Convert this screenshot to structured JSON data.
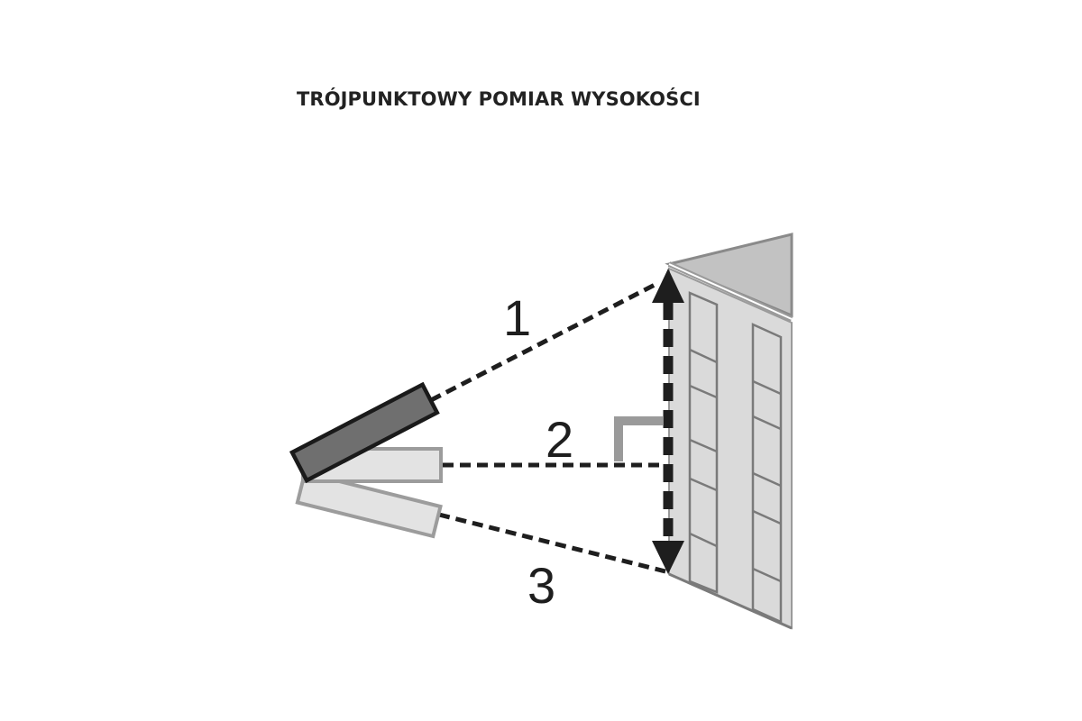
{
  "title": "TRÓJPUNKTOWY POMIAR WYSOKOŚCI",
  "labels": {
    "line1": "1",
    "line2": "2",
    "line3": "3"
  },
  "colors": {
    "text": "#222222",
    "device_active": "#6f6f6f",
    "device_inactive": "#e3e3e3",
    "device_inactive_border": "#9c9c9c",
    "building_wall": "#dadada",
    "building_roof": "#c2c2c2",
    "building_lines": "#7a7a7a",
    "right_angle": "#9a9a9a",
    "measure_lines": "#1e1e1e"
  }
}
